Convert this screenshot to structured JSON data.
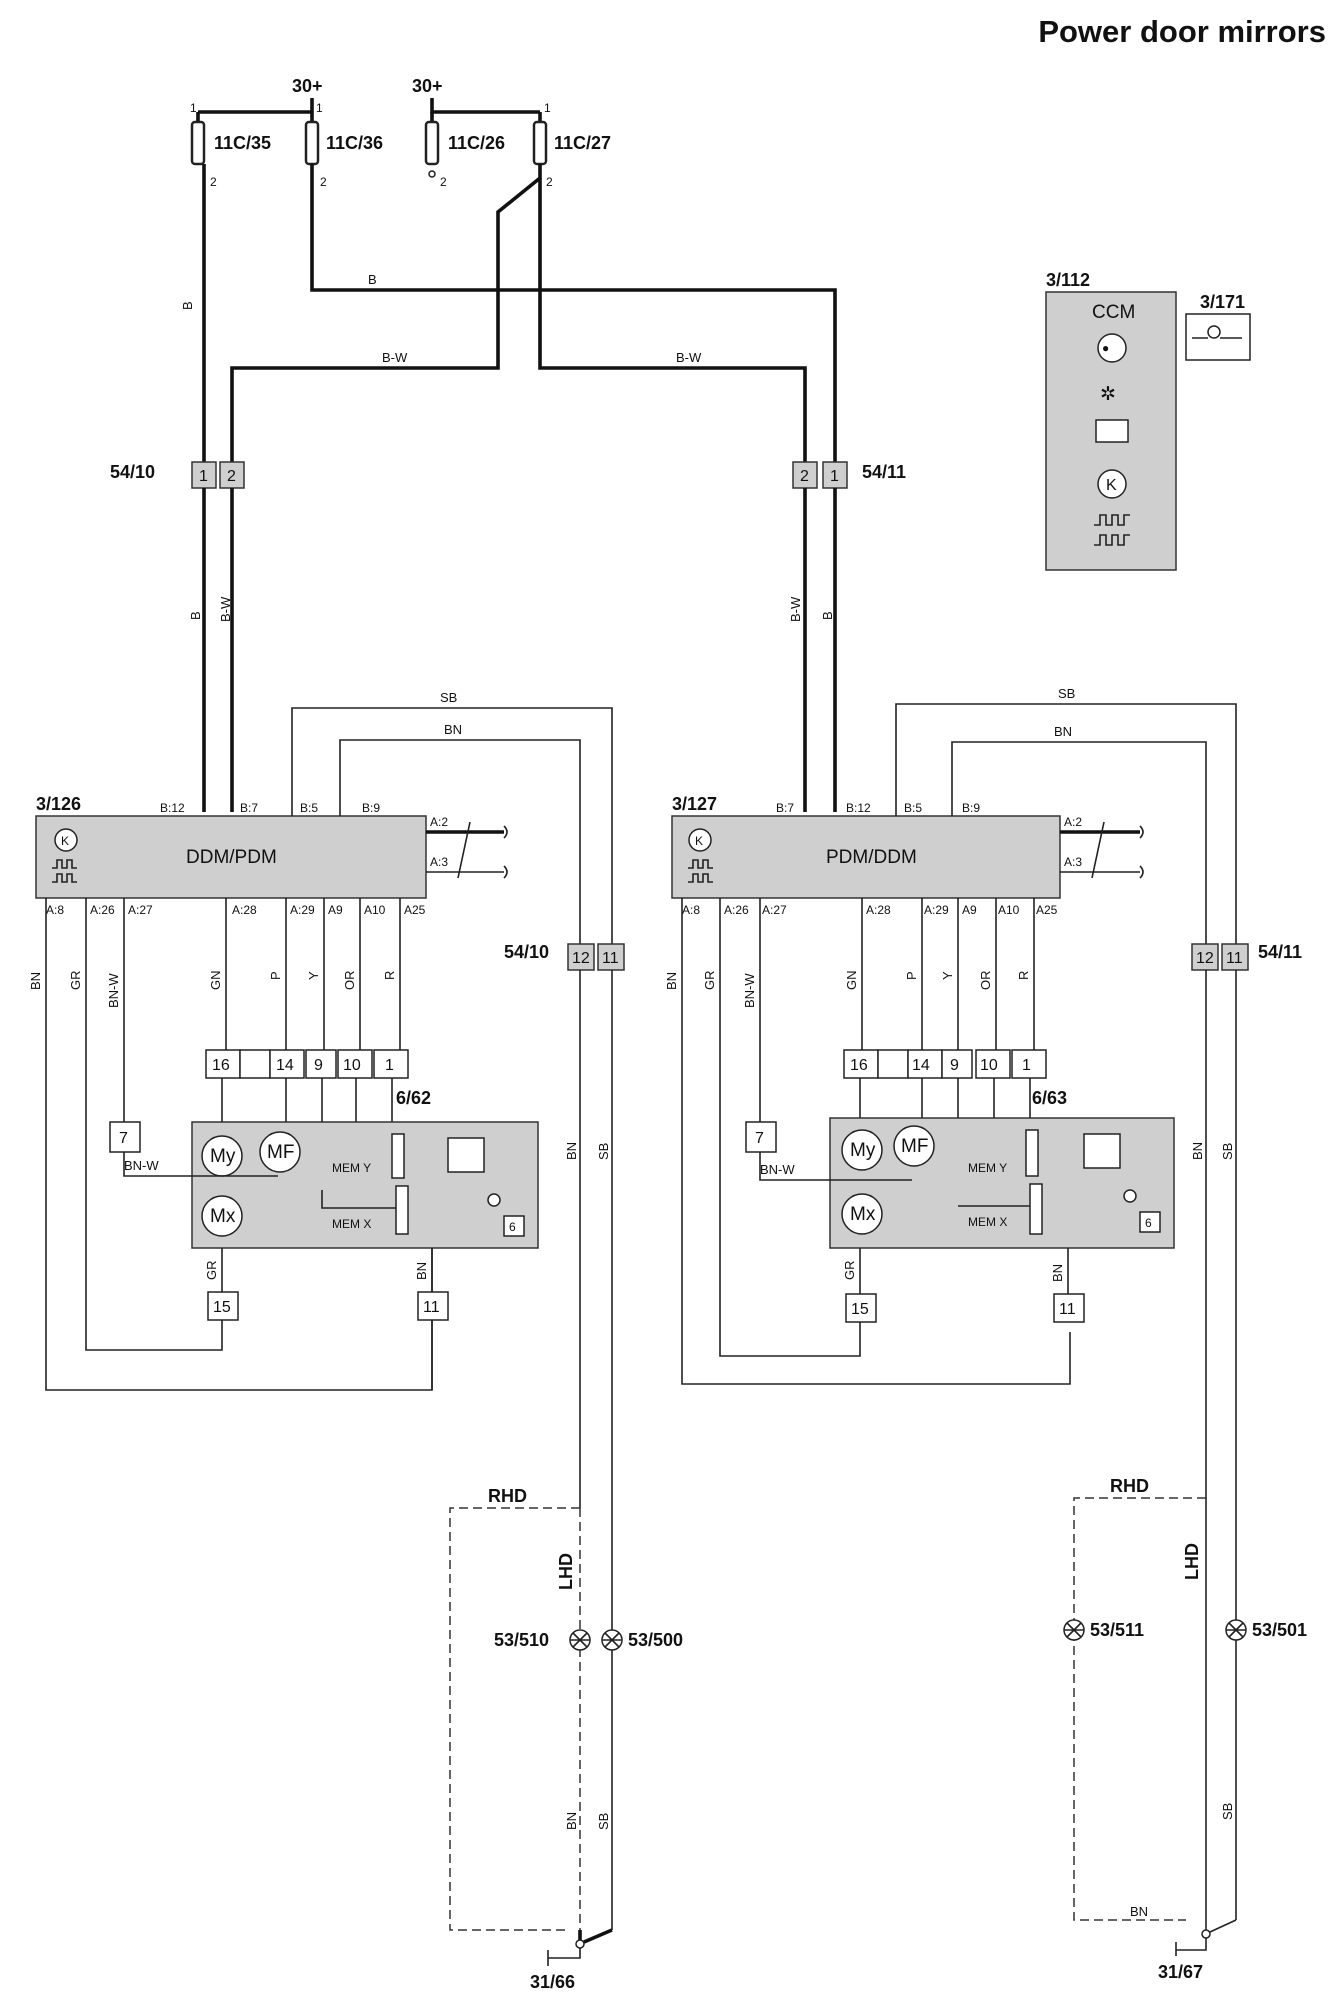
{
  "title": "Power door mirrors",
  "supply": {
    "left_label": "30+",
    "right_label": "30+"
  },
  "fuses": [
    "11C/35",
    "11C/36",
    "11C/26",
    "11C/27"
  ],
  "fuse_pins": {
    "one": "1",
    "two": "2"
  },
  "connectors": {
    "c54_10": "54/10",
    "c54_11": "54/11"
  },
  "connector_pins": {
    "p1": "1",
    "p2": "2",
    "p11": "11",
    "p12": "12"
  },
  "modules": {
    "left": {
      "id": "3/126",
      "name": "DDM/PDM"
    },
    "right": {
      "id": "3/127",
      "name": "PDM/DDM"
    },
    "ccm": {
      "id": "3/112",
      "name": "CCM",
      "sub_id": "3/171"
    }
  },
  "mirrors": {
    "left": {
      "id": "6/62"
    },
    "right": {
      "id": "6/63"
    },
    "motor_y": "My",
    "motor_f": "MF",
    "motor_x": "Mx",
    "mem_y": "MEM Y",
    "mem_x": "MEM X",
    "heater_pin": "6"
  },
  "pins_top_left": [
    "B:12",
    "B:7",
    "B:5",
    "B:9"
  ],
  "pins_top_right": [
    "B:7",
    "B:12",
    "B:5",
    "B:9"
  ],
  "pins_side": [
    "A:2",
    "A:3"
  ],
  "pins_bottom": [
    "A:8",
    "A:26",
    "A:27",
    "A:28",
    "A:29",
    "A9",
    "A10",
    "A25"
  ],
  "terminal_blocks": [
    "16",
    "14",
    "9",
    "10",
    "1"
  ],
  "side_blocks": {
    "seven": "7",
    "fifteen": "15",
    "eleven": "11"
  },
  "wire_colors": {
    "B": "B",
    "BW": "B-W",
    "SB": "SB",
    "BN": "BN",
    "GR": "GR",
    "BNW": "BN-W",
    "GN": "GN",
    "P": "P",
    "Y": "Y",
    "OR": "OR",
    "R": "R"
  },
  "lamps": [
    "53/510",
    "53/500",
    "53/511",
    "53/501"
  ],
  "drive": {
    "rhd": "RHD",
    "lhd": "LHD"
  },
  "grounds": [
    "31/66",
    "31/67"
  ]
}
